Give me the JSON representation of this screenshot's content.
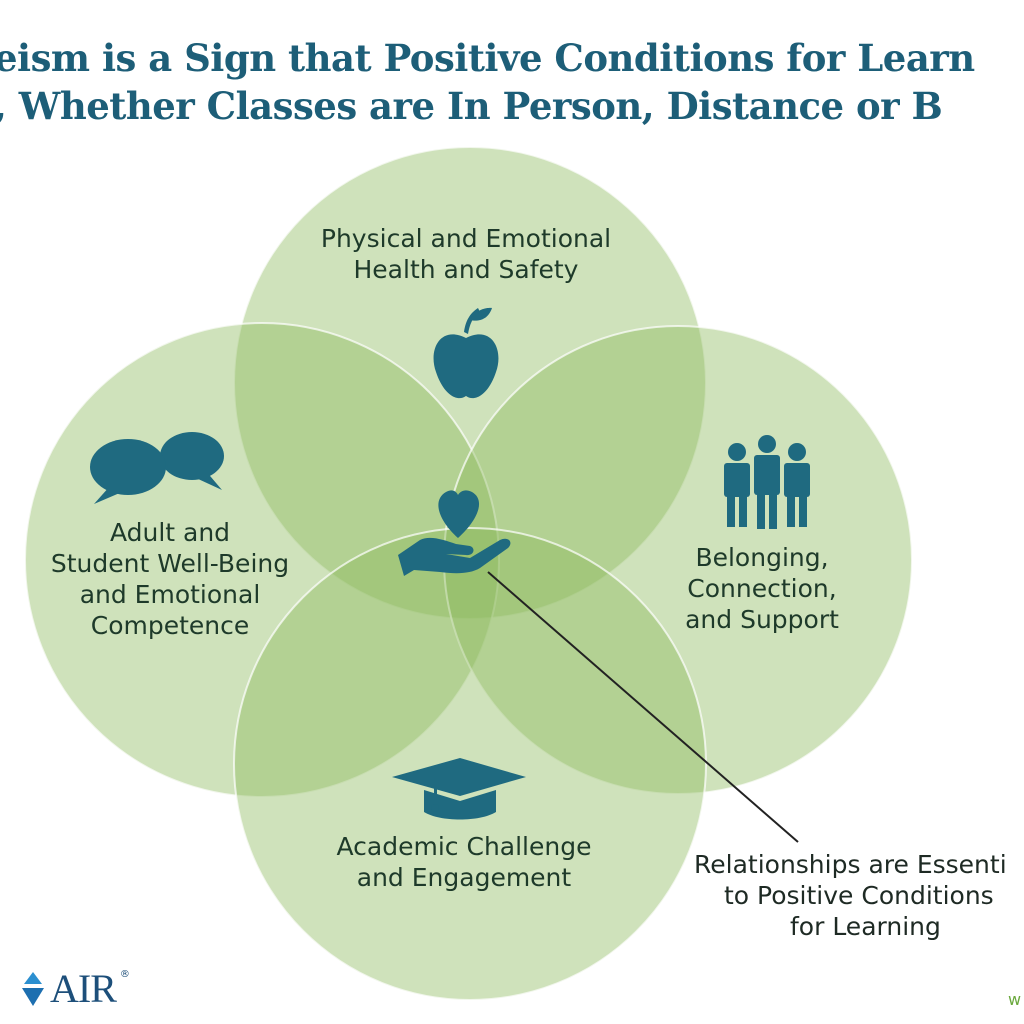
{
  "title": {
    "line1": "eism is a Sign that Positive Conditions for Learn",
    "line2": ", Whether Classes are In Person, Distance or B"
  },
  "circles": {
    "top": {
      "label_line1": "Physical and Emotional",
      "label_line2": "Health and Safety",
      "icon": "apple-icon"
    },
    "left": {
      "label_line1": "Adult and",
      "label_line2": "Student Well-Being",
      "label_line3": "and Emotional",
      "label_line4": "Competence",
      "icon": "speech-bubbles-icon"
    },
    "right": {
      "label_line1": "Belonging,",
      "label_line2": "Connection,",
      "label_line3": "and Support",
      "icon": "people-group-icon"
    },
    "bottom": {
      "label_line1": "Academic Challenge",
      "label_line2": "and Engagement",
      "icon": "graduation-cap-icon"
    },
    "center": {
      "icon": "heart-in-hand-icon"
    }
  },
  "callout": {
    "line1": "Relationships are Essenti",
    "line2": "to Positive Conditions",
    "line3": "for Learning"
  },
  "logo": {
    "text": "AIR",
    "mark": "®"
  },
  "footer": {
    "web": "w"
  },
  "colors": {
    "title": "#1d5e78",
    "circle": "#8dbb5e",
    "icon": "#1f6a80"
  }
}
